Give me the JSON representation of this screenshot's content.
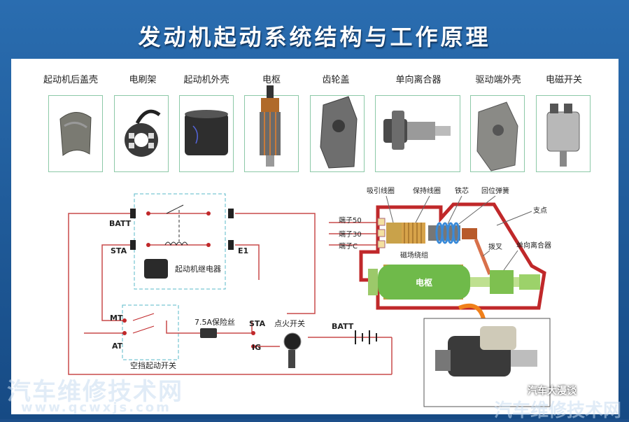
{
  "title": "发动机起动系统结构与工作原理",
  "parts": [
    {
      "label": "起动机后盖壳",
      "icon": "rear-cover-icon"
    },
    {
      "label": "电刷架",
      "icon": "brush-holder-icon"
    },
    {
      "label": "起动机外壳",
      "icon": "starter-housing-icon"
    },
    {
      "label": "电枢",
      "icon": "armature-icon"
    },
    {
      "label": "齿轮盖",
      "icon": "gear-cover-icon"
    },
    {
      "label": "单向离合器",
      "icon": "overrunning-clutch-icon"
    },
    {
      "label": "驱动端外壳",
      "icon": "drive-end-housing-icon"
    },
    {
      "label": "电磁开关",
      "icon": "solenoid-switch-icon"
    }
  ],
  "circuit": {
    "batt": "BATT",
    "sta": "STA",
    "e1": "E1",
    "relay": "起动机继电器",
    "mt": "MT",
    "at": "AT",
    "neutral_switch": "空挡起动开关",
    "fuse": "7.5A保险丝",
    "sta2": "STA",
    "ig": "IG",
    "ignition": "点火开关",
    "batt2": "BATT"
  },
  "starter": {
    "pull_in_coil": "吸引线圈",
    "hold_coil": "保持线圈",
    "core": "铁芯",
    "return_spring": "回位弹簧",
    "pivot": "支点",
    "terminal_50": "端子50",
    "terminal_30": "端子30",
    "terminal_c": "端子C",
    "field_coil": "磁场绕组",
    "fork": "拨叉",
    "clutch": "单向离合器",
    "armature": "电枢"
  },
  "watermarks": {
    "left_cn": "汽车维修技术网",
    "left_url": "www.qcwxjs.com",
    "right_brand": "汽车大漫谈",
    "right_cn": "汽车维修技术网"
  },
  "colors": {
    "accent_red": "#c0282a",
    "wire": "#c84a4a",
    "dashed": "#5ab8c8"
  }
}
